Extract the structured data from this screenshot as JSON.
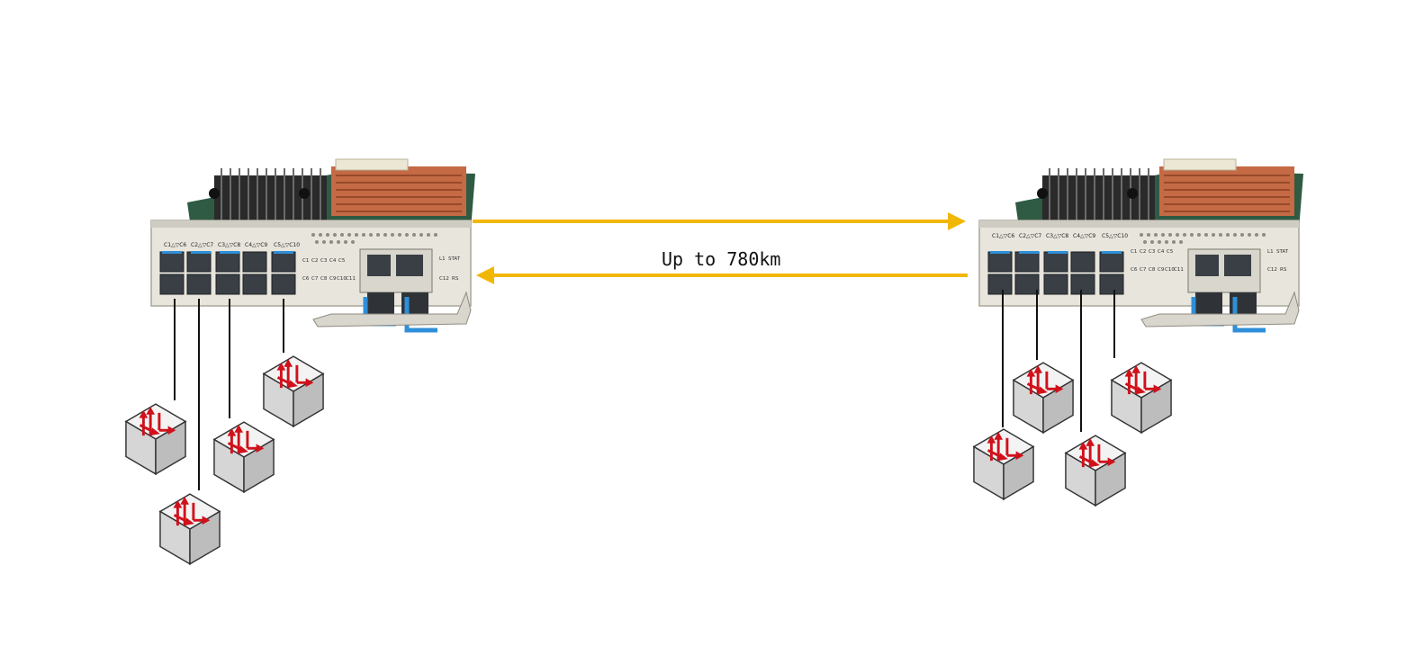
{
  "link": {
    "label": "Up to 780km",
    "arrow_color": "#f2b705"
  },
  "colors": {
    "faceplate": "#e7e5dc",
    "heatsink": "#2a2a2a",
    "copper": "#c46a45",
    "pcb": "#2f5a44",
    "sfp_cage": "#3a3f45",
    "latch_blue": "#2f8fd8",
    "switch_arrow": "#d0111b"
  },
  "devices": [
    {
      "name": "left-transponder",
      "port_labels": [
        "C1△▽C6",
        "C2△▽C7",
        "C3△▽C8",
        "C4△▽C9",
        "C5△▽C10"
      ],
      "client_labels": [
        "C1",
        "C2",
        "C3",
        "C4",
        "C5",
        "C6",
        "C7",
        "C8",
        "C9",
        "C10",
        "C11",
        "C12"
      ],
      "line_labels": [
        "L1",
        "STAT",
        "RS"
      ]
    },
    {
      "name": "right-transponder",
      "port_labels": [
        "C1△▽C6",
        "C2△▽C7",
        "C3△▽C8",
        "C4△▽C9",
        "C5△▽C10"
      ],
      "client_labels": [
        "C1",
        "C2",
        "C3",
        "C4",
        "C5",
        "C6",
        "C7",
        "C8",
        "C9",
        "C10",
        "C11",
        "C12"
      ],
      "line_labels": [
        "L1",
        "STAT",
        "RS"
      ]
    }
  ],
  "switch_icon": "network-switch-icon"
}
